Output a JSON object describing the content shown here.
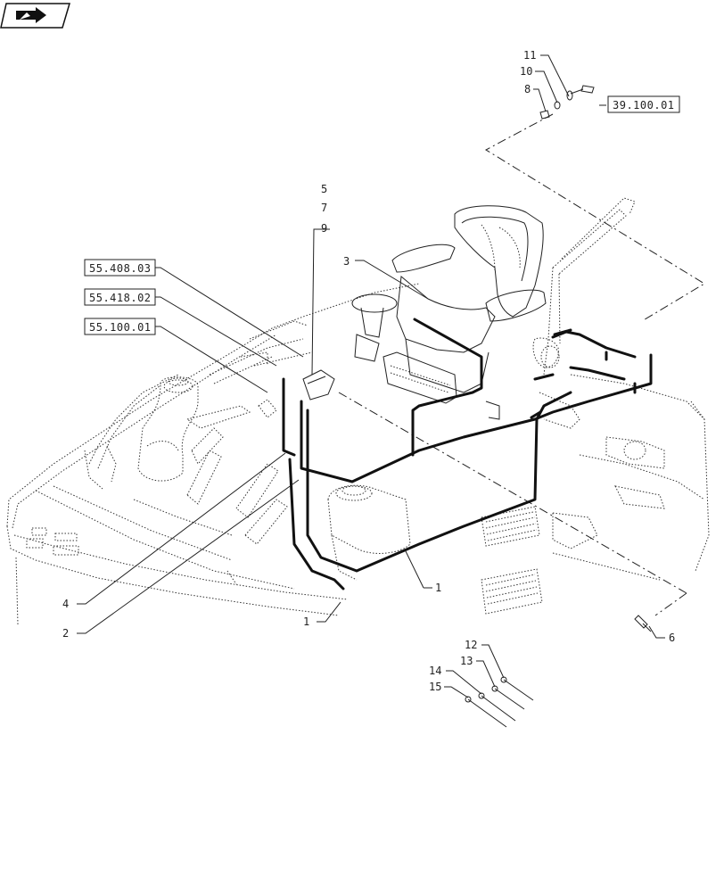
{
  "navigation": {
    "icon": "page-arrow-icon"
  },
  "references": {
    "r1": "55.408.03",
    "r2": "55.418.02",
    "r3": "55.100.01",
    "r4": "39.100.01"
  },
  "callouts": {
    "c1a": "1",
    "c1b": "1",
    "c2": "2",
    "c3": "3",
    "c4": "4",
    "c5": "5",
    "c6": "6",
    "c7": "7",
    "c8": "8",
    "c9": "9",
    "c10": "10",
    "c11": "11",
    "c12": "12",
    "c13": "13",
    "c14": "14",
    "c15": "15"
  }
}
